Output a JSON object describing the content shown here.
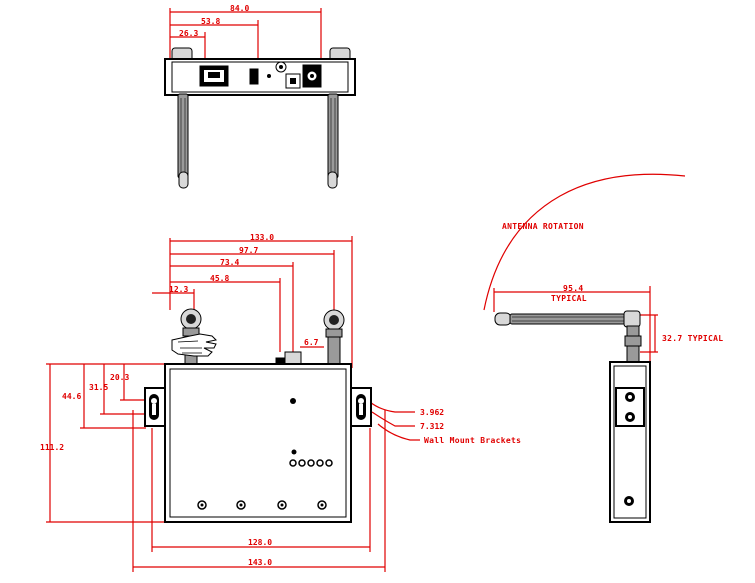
{
  "top_view": {
    "dims": [
      "84.0",
      "53.8",
      "26.3"
    ]
  },
  "front_view": {
    "width_dims": [
      "133.0",
      "97.7",
      "73.4",
      "45.8",
      "12.3"
    ],
    "small_dim": "6.7",
    "height_dims": [
      "111.2",
      "44.6",
      "31.5",
      "20.3"
    ],
    "bottom_dims": [
      "128.0",
      "143.0"
    ],
    "right_dims": [
      "3.962",
      "7.312"
    ],
    "bracket_label": "Wall Mount Brackets"
  },
  "side_view": {
    "rotation_label": "ANTENNA ROTATION",
    "length_dim": "95.4",
    "length_sub": "TYPICAL",
    "height_dim": "32.7 TYPICAL"
  }
}
